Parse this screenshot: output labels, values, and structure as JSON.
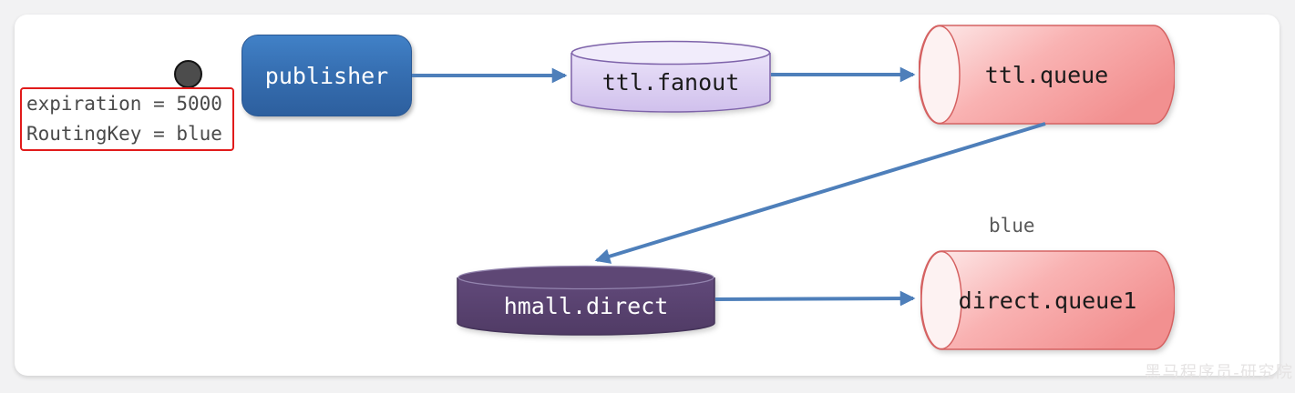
{
  "annotation": {
    "line1": "expiration = 5000",
    "line2": "RoutingKey = blue"
  },
  "nodes": {
    "publisher": {
      "label": "publisher"
    },
    "ttl_fanout": {
      "label": "ttl.fanout"
    },
    "ttl_queue": {
      "label": "ttl.queue"
    },
    "hmall_direct": {
      "label": "hmall.direct"
    },
    "direct_queue1": {
      "label": "direct.queue1"
    }
  },
  "binding": {
    "routing_key": "blue"
  },
  "watermark": "黑马程序员-研究院",
  "colors": {
    "arrow": "#4e7fba",
    "publisher_blue": "#336cb1",
    "fanout_exchange_fill": "#d9c9ef",
    "fanout_exchange_stroke": "#7e63aa",
    "direct_exchange_fill": "#5c4573",
    "queue_fill": "#f8a8a8",
    "queue_stroke": "#d56262",
    "annotation_border": "#e11b1b",
    "message_dot": "#4c4c4c"
  }
}
